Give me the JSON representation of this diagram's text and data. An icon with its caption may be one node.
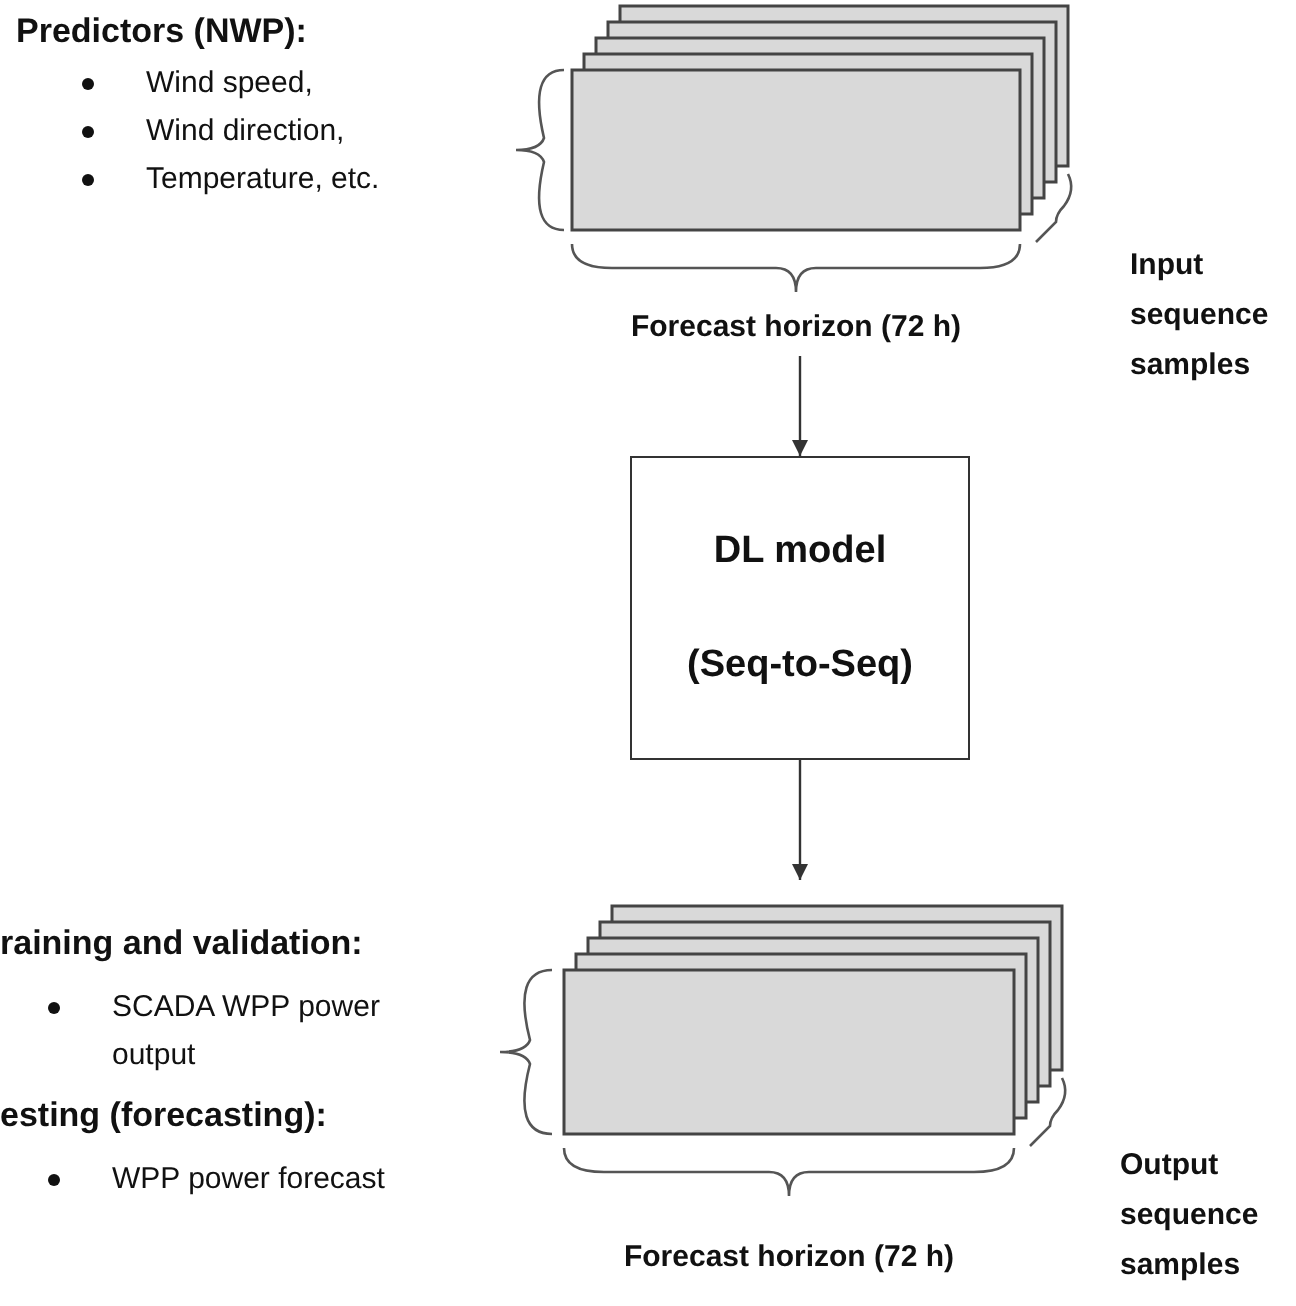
{
  "diagram": {
    "nodes": [
      {
        "text": [],
        "shape": "box",
        "beside": [
          "Forecast horizon (72 h)",
          "Input sequence samples"
        ]
      },
      {
        "text": [
          "DL model",
          "(Seq-to-Seq)"
        ]
      },
      {
        "text": [],
        "shape": "box",
        "beside": [
          "Forecast horizon (72 h)",
          "Output sequence samples"
        ]
      }
    ],
    "edges": [
      {
        "from": 0,
        "to": 1,
        "arrow": "to"
      },
      {
        "from": 1,
        "to": 2,
        "arrow": "to"
      }
    ],
    "labels": [
      "Predictors (NWP):",
      "Wind speed,",
      "Wind direction,",
      "Temperature, etc.",
      "raining and validation:",
      "SCADA WPP power output",
      "esting (forecasting):",
      "WPP power forecast"
    ]
  }
}
